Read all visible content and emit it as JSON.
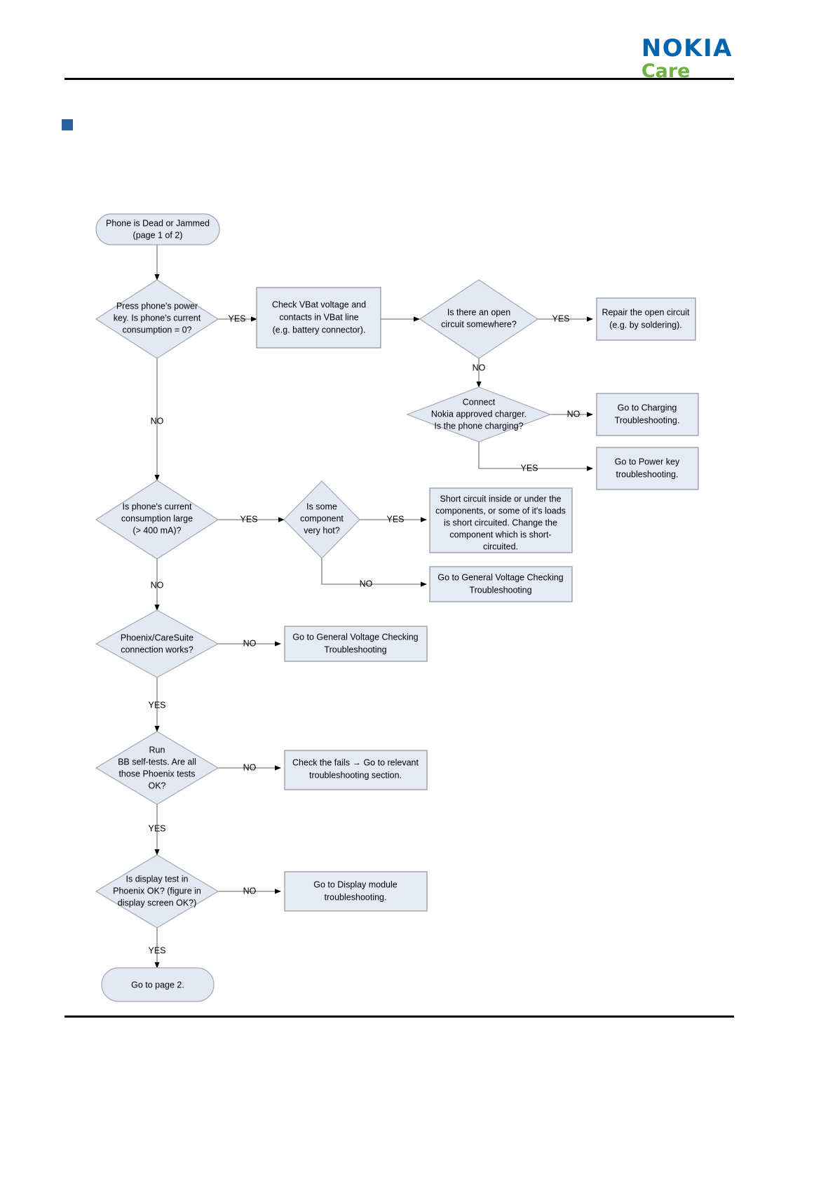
{
  "header": {
    "logo_primary": "NOKIA",
    "logo_secondary": "Care"
  },
  "chart_data": {
    "type": "diagram",
    "title": "Phone is Dead or Jammed troubleshooting flowchart (page 1 of 2)",
    "nodes": [
      {
        "id": "start",
        "shape": "terminator",
        "text": "Phone is Dead or Jammed\n(page 1 of 2)"
      },
      {
        "id": "d_power",
        "shape": "decision",
        "text": "Press phone's power\nkey. Is phone's current\nconsumption = 0?"
      },
      {
        "id": "p_vbat",
        "shape": "process",
        "text": "Check VBat voltage and\ncontacts in VBat line\n(e.g. battery connector)."
      },
      {
        "id": "d_open",
        "shape": "decision",
        "text": "Is there an open\ncircuit somewhere?"
      },
      {
        "id": "p_repair",
        "shape": "process",
        "text": "Repair the open circuit\n(e.g. by soldering)."
      },
      {
        "id": "d_charger",
        "shape": "decision",
        "text": "Connect\nNokia approved charger.\nIs the phone charging?"
      },
      {
        "id": "p_charging",
        "shape": "process",
        "text": "Go to Charging\nTroubleshooting."
      },
      {
        "id": "p_powerkey",
        "shape": "process",
        "text": "Go to Power key\ntroubleshooting."
      },
      {
        "id": "d_large",
        "shape": "decision",
        "text": "Is phone's current\nconsumption large\n(> 400 mA)?"
      },
      {
        "id": "d_hot",
        "shape": "decision",
        "text": "Is some\ncomponent\nvery hot?"
      },
      {
        "id": "p_short",
        "shape": "process",
        "text": "Short circuit inside or under the\ncomponents, or some of it's loads\nis short circuited.  Change the\ncomponent which is short-\ncircuited."
      },
      {
        "id": "p_genvolt1",
        "shape": "process",
        "text": "Go to General Voltage Checking\nTroubleshooting"
      },
      {
        "id": "d_phoenix",
        "shape": "decision",
        "text": "Phoenix/CareSuite\nconnection works?"
      },
      {
        "id": "p_genvolt2",
        "shape": "process",
        "text": "Go to General Voltage Checking\nTroubleshooting"
      },
      {
        "id": "d_bbtests",
        "shape": "decision",
        "text": "Run\nBB self-tests. Are all\nthose Phoenix tests\nOK?"
      },
      {
        "id": "p_fails",
        "shape": "process",
        "text": "Check the fails → Go to relevant\ntroubleshooting section."
      },
      {
        "id": "d_display",
        "shape": "decision",
        "text": "Is display test in\nPhoenix OK? (figure in\ndisplay screen OK?)"
      },
      {
        "id": "p_displaymod",
        "shape": "process",
        "text": "Go to Display module\ntroubleshooting."
      },
      {
        "id": "end",
        "shape": "terminator",
        "text": "Go to page 2."
      }
    ],
    "edges": [
      {
        "from": "start",
        "to": "d_power",
        "label": ""
      },
      {
        "from": "d_power",
        "to": "p_vbat",
        "label": "YES"
      },
      {
        "from": "p_vbat",
        "to": "d_open",
        "label": ""
      },
      {
        "from": "d_open",
        "to": "p_repair",
        "label": "YES"
      },
      {
        "from": "d_open",
        "to": "d_charger",
        "label": "NO"
      },
      {
        "from": "d_charger",
        "to": "p_charging",
        "label": "NO"
      },
      {
        "from": "d_charger",
        "to": "p_powerkey",
        "label": "YES"
      },
      {
        "from": "d_power",
        "to": "d_large",
        "label": "NO"
      },
      {
        "from": "d_large",
        "to": "d_hot",
        "label": "YES"
      },
      {
        "from": "d_hot",
        "to": "p_short",
        "label": "YES"
      },
      {
        "from": "d_hot",
        "to": "p_genvolt1",
        "label": "NO"
      },
      {
        "from": "d_large",
        "to": "d_phoenix",
        "label": "NO"
      },
      {
        "from": "d_phoenix",
        "to": "p_genvolt2",
        "label": "NO"
      },
      {
        "from": "d_phoenix",
        "to": "d_bbtests",
        "label": "YES"
      },
      {
        "from": "d_bbtests",
        "to": "p_fails",
        "label": "NO"
      },
      {
        "from": "d_bbtests",
        "to": "d_display",
        "label": "YES"
      },
      {
        "from": "d_display",
        "to": "p_displaymod",
        "label": "NO"
      },
      {
        "from": "d_display",
        "to": "end",
        "label": "YES"
      }
    ],
    "node_text": {
      "start_l1": "Phone is Dead or Jammed",
      "start_l2": "(page 1 of 2)",
      "d_power_l1": "Press phone's power",
      "d_power_l2": "key. Is phone's current",
      "d_power_l3": "consumption = 0?",
      "p_vbat_l1": "Check VBat voltage and",
      "p_vbat_l2": "contacts in VBat line",
      "p_vbat_l3": "(e.g. battery connector).",
      "d_open_l1": "Is there an open",
      "d_open_l2": "circuit somewhere?",
      "p_repair_l1": "Repair the open circuit",
      "p_repair_l2": "(e.g. by soldering).",
      "d_charger_l1": "Connect",
      "d_charger_l2": "Nokia approved charger.",
      "d_charger_l3": "Is the phone charging?",
      "p_charging_l1": "Go to Charging",
      "p_charging_l2": "Troubleshooting.",
      "p_powerkey_l1": "Go to Power key",
      "p_powerkey_l2": "troubleshooting.",
      "d_large_l1": "Is phone's current",
      "d_large_l2": "consumption large",
      "d_large_l3": "(> 400 mA)?",
      "d_hot_l1": "Is some",
      "d_hot_l2": "component",
      "d_hot_l3": "very hot?",
      "p_short_l1": "Short circuit inside or under the",
      "p_short_l2": "components, or some of it's loads",
      "p_short_l3": "is short circuited.  Change the",
      "p_short_l4": "component which is short-",
      "p_short_l5": "circuited.",
      "p_genvolt1_l1": "Go to General Voltage Checking",
      "p_genvolt1_l2": "Troubleshooting",
      "d_phoenix_l1": "Phoenix/CareSuite",
      "d_phoenix_l2": "connection works?",
      "p_genvolt2_l1": "Go to General Voltage Checking",
      "p_genvolt2_l2": "Troubleshooting",
      "d_bbtests_l1": "Run",
      "d_bbtests_l2": "BB self-tests. Are all",
      "d_bbtests_l3": "those Phoenix tests",
      "d_bbtests_l4": "OK?",
      "p_fails_l1": "Check the fails → Go to relevant",
      "p_fails_l2": "troubleshooting section.",
      "d_display_l1": "Is display test in",
      "d_display_l2": "Phoenix OK? (figure in",
      "d_display_l3": "display screen OK?)",
      "p_displaymod_l1": "Go to Display module",
      "p_displaymod_l2": "troubleshooting.",
      "end_l1": "Go to page 2."
    },
    "edge_labels": {
      "yes1": "YES",
      "yes2": "YES",
      "no1": "NO",
      "no2": "NO",
      "yes3": "YES",
      "no3": "NO",
      "yes4": "YES",
      "yes5": "YES",
      "no4": "NO",
      "no5": "NO",
      "no6": "NO",
      "yes6": "YES",
      "no7": "NO",
      "yes7": "YES",
      "no8": "NO",
      "yes8": "YES"
    },
    "colors": {
      "node_fill": "#E3E8F3",
      "node_stroke": "#9FA6B4",
      "edge": "#808080",
      "text": "#000000",
      "logo_blue": "#0164B0",
      "logo_green": "#6CB33F",
      "bullet": "#2E5FA3"
    }
  }
}
